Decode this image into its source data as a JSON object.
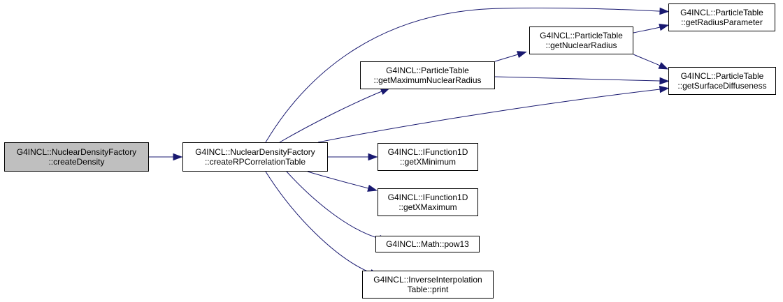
{
  "graph": {
    "nodes": {
      "create_density": {
        "line1": "G4INCL::NuclearDensityFactory",
        "line2": "::createDensity"
      },
      "create_rp_correlation_table": {
        "line1": "G4INCL::NuclearDensityFactory",
        "line2": "::createRPCorrelationTable"
      },
      "get_maximum_nuclear_radius": {
        "line1": "G4INCL::ParticleTable",
        "line2": "::getMaximumNuclearRadius"
      },
      "get_nuclear_radius": {
        "line1": "G4INCL::ParticleTable",
        "line2": "::getNuclearRadius"
      },
      "get_radius_parameter": {
        "line1": "G4INCL::ParticleTable",
        "line2": "::getRadiusParameter"
      },
      "get_surface_diffuseness": {
        "line1": "G4INCL::ParticleTable",
        "line2": "::getSurfaceDiffuseness"
      },
      "get_x_minimum": {
        "line1": "G4INCL::IFunction1D",
        "line2": "::getXMinimum"
      },
      "get_x_maximum": {
        "line1": "G4INCL::IFunction1D",
        "line2": "::getXMaximum"
      },
      "pow13": {
        "line1": "G4INCL::Math::pow13"
      },
      "print": {
        "line1": "G4INCL::InverseInterpolation",
        "line2": "Table::print"
      }
    },
    "edges": [
      {
        "from": "create_density",
        "to": "create_rp_correlation_table"
      },
      {
        "from": "create_rp_correlation_table",
        "to": "get_radius_parameter"
      },
      {
        "from": "create_rp_correlation_table",
        "to": "get_maximum_nuclear_radius"
      },
      {
        "from": "create_rp_correlation_table",
        "to": "get_surface_diffuseness"
      },
      {
        "from": "create_rp_correlation_table",
        "to": "get_x_minimum"
      },
      {
        "from": "create_rp_correlation_table",
        "to": "get_x_maximum"
      },
      {
        "from": "create_rp_correlation_table",
        "to": "pow13"
      },
      {
        "from": "create_rp_correlation_table",
        "to": "print"
      },
      {
        "from": "get_maximum_nuclear_radius",
        "to": "get_nuclear_radius"
      },
      {
        "from": "get_maximum_nuclear_radius",
        "to": "get_surface_diffuseness"
      },
      {
        "from": "get_nuclear_radius",
        "to": "get_radius_parameter"
      },
      {
        "from": "get_nuclear_radius",
        "to": "get_surface_diffuseness"
      }
    ],
    "colors": {
      "edge": "#191970",
      "root_fill": "#bfbfbf",
      "node_fill": "#ffffff",
      "border": "#000000"
    }
  }
}
